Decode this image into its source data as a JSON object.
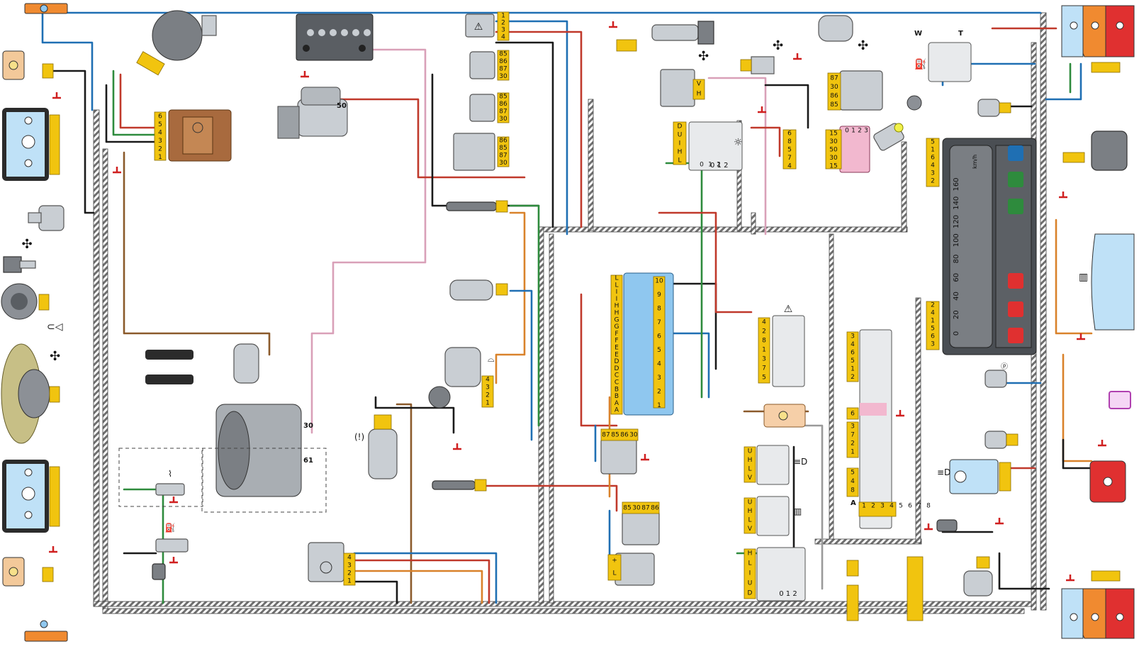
{
  "colors": {
    "background": "#ffffff",
    "connector": "#f1c40f",
    "harness": "#6f6f6f",
    "wire_black": "#1a1a1a",
    "wire_red": "#c0392b",
    "wire_blue": "#1f6fb3",
    "wire_green": "#2e8b3d",
    "wire_pink": "#d9a0b8",
    "wire_brown": "#8b5a2b",
    "wire_orange": "#d9822b",
    "wire_grey": "#9a9a9a",
    "fusebox": "#8fc7ef",
    "relay_pink": "#f2b8cf",
    "warning_red": "#e03030",
    "taillight_orange": "#f08a30"
  },
  "icons": [
    "lamp-icon",
    "fan-icon",
    "horn-icon",
    "hazard-triangle-icon",
    "light-bulb-icon",
    "fuel-pump-icon",
    "brake-icon",
    "oil-can-icon",
    "coolant-temp-icon",
    "wiper-icon",
    "washer-icon",
    "rear-defrost-icon",
    "parking-icon",
    "fog-lamp-icon",
    "sun-icon"
  ],
  "labels": {
    "starter_terminal": "50",
    "alternator_terminal_30": "30",
    "alternator_terminal_61": "61",
    "fuel_sender_w": "W",
    "fuel_sender_t": "T",
    "connector_a": "A",
    "switch_positions": "0 1 2",
    "switch_positions_b": "0 1 2"
  },
  "speedometer": {
    "scale_left": [
      "0",
      "20",
      "40",
      "60",
      "80",
      "100",
      "120",
      "140",
      "160"
    ],
    "unit": "km/h",
    "pins": [
      "5",
      "1",
      "6",
      "4",
      "3",
      "2"
    ],
    "pins_lower": [
      "2",
      "4",
      "1",
      "5",
      "6",
      "3"
    ]
  },
  "fusebox": {
    "left_pins": [
      "L",
      "L",
      "I",
      "I",
      "H",
      "H",
      "G",
      "G",
      "F",
      "F",
      "E",
      "E",
      "D",
      "D",
      "C",
      "C",
      "B",
      "B",
      "A",
      "A"
    ],
    "right_pins": [
      "10",
      "9",
      "8",
      "7",
      "6",
      "5",
      "4",
      "3",
      "2",
      "1"
    ]
  },
  "connectors": {
    "ignition_relay": [
      "6",
      "5",
      "4",
      "3",
      "2",
      "1"
    ],
    "hazard_switch": [
      "1",
      "2",
      "3",
      "4"
    ],
    "headlamp_relay_1": [
      "85",
      "86",
      "87",
      "30"
    ],
    "headlamp_relay_2": [
      "85",
      "86",
      "87",
      "30"
    ],
    "relay_main": [
      "86",
      "85",
      "87",
      "30"
    ],
    "heater_switch": [
      "V",
      "H"
    ],
    "light_switch": [
      "D",
      "U",
      "I",
      "H",
      "L"
    ],
    "light_switch_pos": [
      "0",
      "1",
      "2"
    ],
    "horn_relay": [
      "87",
      "30",
      "86",
      "85"
    ],
    "pink_relay_left": [
      "6",
      "8",
      "5",
      "7",
      "4"
    ],
    "pink_relay_right": [
      "15",
      "30",
      "50",
      "30",
      "15"
    ],
    "pink_relay_top": [
      "0",
      "1",
      "2",
      "3"
    ],
    "hazard_block": [
      "4",
      "2",
      "8",
      "1",
      "3",
      "7",
      "5"
    ],
    "wiper_motor": [
      "4",
      "3",
      "2",
      "1"
    ],
    "relay_bottom_1": [
      "87",
      "85",
      "86",
      "30"
    ],
    "relay_bottom_2": [
      "85",
      "30",
      "87",
      "86"
    ],
    "fog_switch_1": [
      "U",
      "H",
      "L",
      "V"
    ],
    "fog_switch_2": [
      "U",
      "H",
      "L",
      "V"
    ],
    "wiper_switch": [
      "H",
      "L",
      "I",
      "U",
      "D"
    ],
    "right_switch_1": [
      "3",
      "4",
      "6",
      "5",
      "1",
      "2"
    ],
    "right_switch_2": [
      "6"
    ],
    "right_switch_3": [
      "3",
      "7",
      "2",
      "1"
    ],
    "right_switch_4": [
      "5",
      "4",
      "8"
    ],
    "connector_a_pins": [
      "1",
      "2",
      "3",
      "4",
      "5",
      "6",
      "7",
      "8"
    ],
    "voltage_regulator": [
      "4",
      "3",
      "2",
      "1"
    ],
    "ignition_coil_terms": [
      "+",
      "L"
    ]
  }
}
